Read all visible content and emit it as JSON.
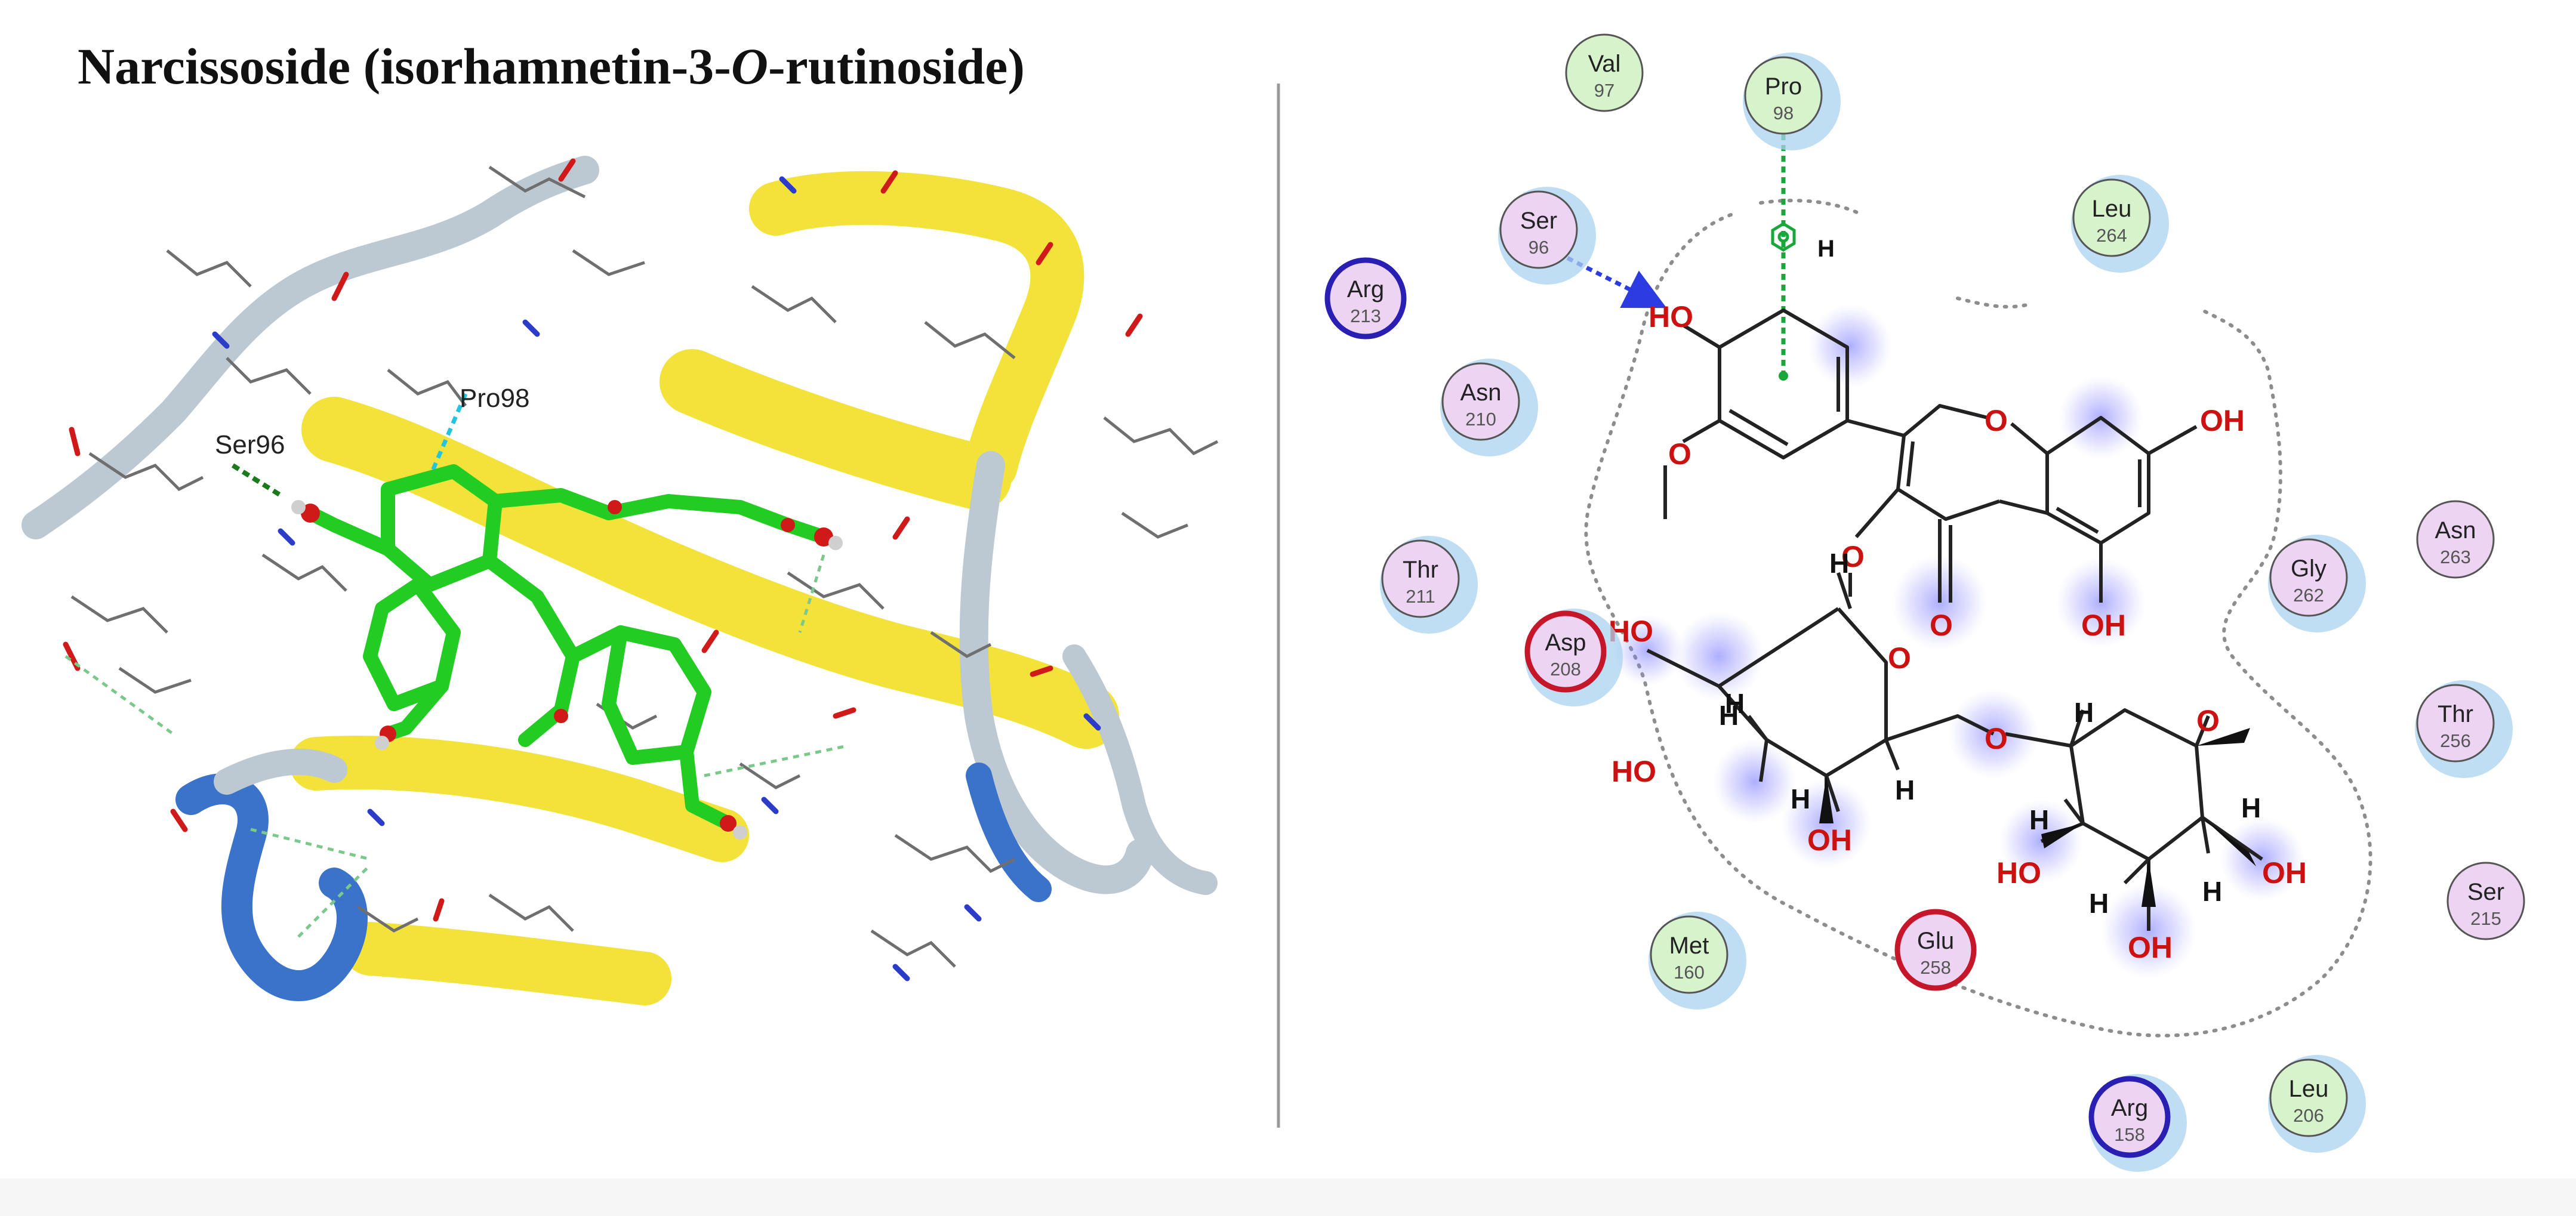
{
  "title": {
    "prefix": "Narcissoside (isorhamnetin-3-",
    "italic": "O",
    "suffix": "-rutinoside)"
  },
  "protein_labels": {
    "pro": "Pro98",
    "ser": "Ser96"
  },
  "colors": {
    "green_residue": "#d6f3cc",
    "purple_residue": "#ecd4f2",
    "ligand_carbon": "#22cc22",
    "helix": "#f2e23a",
    "strand": "#bcc8d2",
    "loop_blue": "#3a73c9",
    "hbond": "#2d3ce0",
    "pi_contact": "#1aa63a",
    "acidic_ring": "#c5162a",
    "basic_ring": "#2a1fb3",
    "halo": "#a9d2ef"
  },
  "residues": [
    {
      "name": "Val",
      "num": "97",
      "kind": "green",
      "halo": false
    },
    {
      "name": "Pro",
      "num": "98",
      "kind": "green",
      "halo": true
    },
    {
      "name": "Ser",
      "num": "96",
      "kind": "purple",
      "halo": true
    },
    {
      "name": "Leu",
      "num": "264",
      "kind": "green",
      "halo": true
    },
    {
      "name": "Arg",
      "num": "213",
      "kind": "basic",
      "halo": false
    },
    {
      "name": "Asn",
      "num": "210",
      "kind": "purple",
      "halo": true
    },
    {
      "name": "Thr",
      "num": "211",
      "kind": "purple",
      "halo": true
    },
    {
      "name": "Asp",
      "num": "208",
      "kind": "acidic",
      "halo": true
    },
    {
      "name": "Gly",
      "num": "262",
      "kind": "purple",
      "halo": true
    },
    {
      "name": "Asn",
      "num": "263",
      "kind": "purple",
      "halo": false
    },
    {
      "name": "Thr",
      "num": "256",
      "kind": "purple",
      "halo": true
    },
    {
      "name": "Ser",
      "num": "215",
      "kind": "purple",
      "halo": false
    },
    {
      "name": "Met",
      "num": "160",
      "kind": "green",
      "halo": true
    },
    {
      "name": "Glu",
      "num": "258",
      "kind": "acidic",
      "halo": false
    },
    {
      "name": "Arg",
      "num": "158",
      "kind": "basic",
      "halo": true
    },
    {
      "name": "Leu",
      "num": "206",
      "kind": "green",
      "halo": true
    }
  ],
  "atom_labels": {
    "hydroxyl": "OH",
    "hydroxyl_left": "HO",
    "oxygen": "O",
    "hydrogen": "H"
  }
}
